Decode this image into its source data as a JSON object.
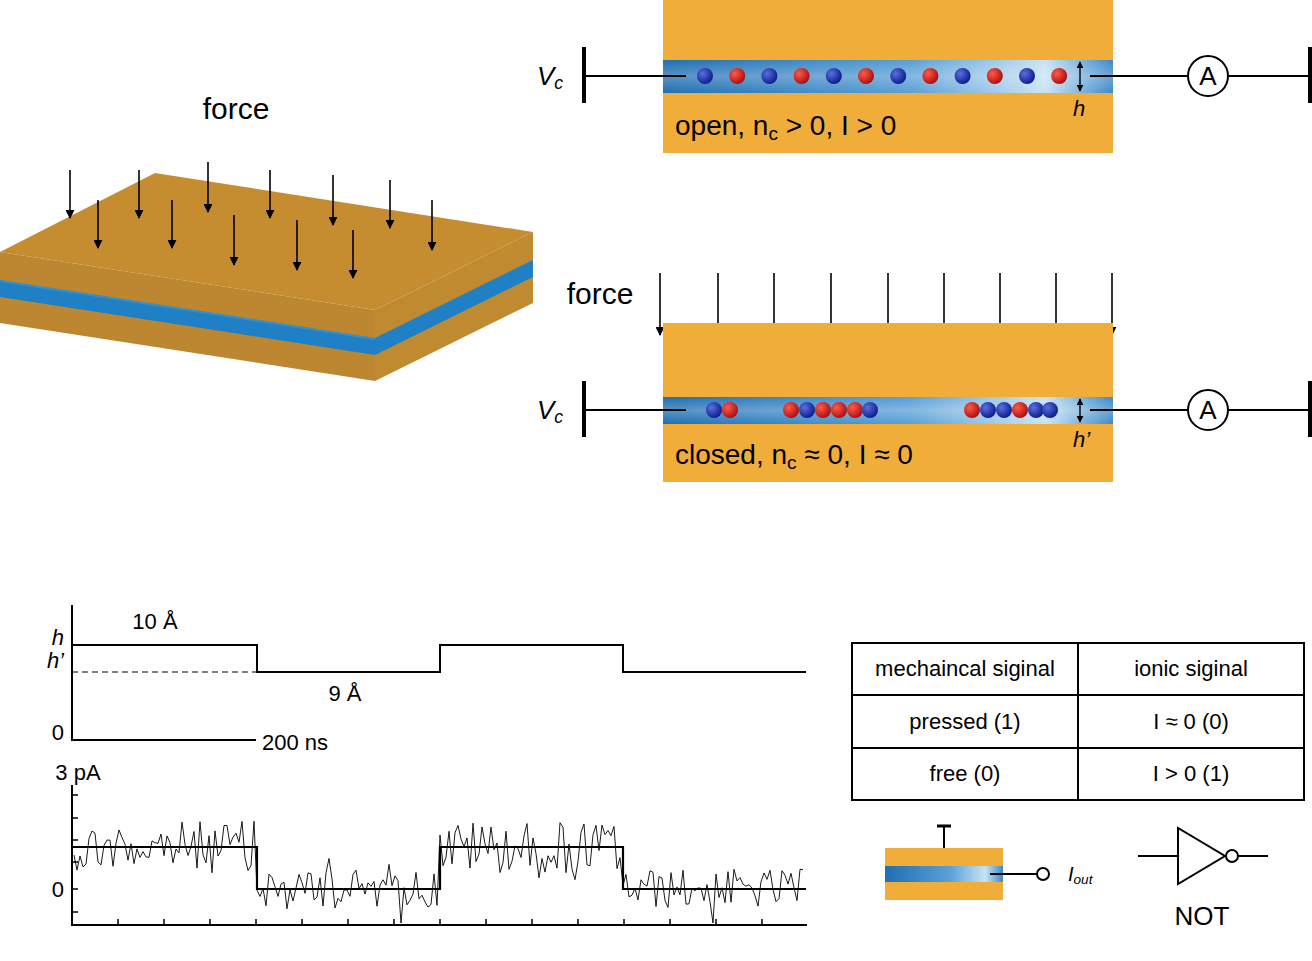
{
  "diagram": {
    "nodes": [
      {
        "text": [
          "open, nc > 0, I > 0"
        ]
      },
      {
        "text": [
          "A"
        ]
      },
      {
        "text": [
          "closed, nc ≈ 0, I ≈ 0"
        ]
      },
      {
        "text": [
          "A"
        ]
      },
      {
        "text": [
          "mechaincal siginal"
        ]
      },
      {
        "text": [
          "ionic siginal"
        ]
      },
      {
        "text": [
          "pressed (1)"
        ]
      },
      {
        "text": [
          "I ≈ 0 (0)"
        ]
      },
      {
        "text": [
          "free (0)"
        ]
      },
      {
        "text": [
          "I > 0 (1)"
        ]
      }
    ],
    "edges": [
      {
        "from": 0,
        "to": 1,
        "arrow": "none"
      },
      {
        "from": 2,
        "to": 3,
        "arrow": "none"
      }
    ],
    "labels": [
      "force",
      "Vc",
      "h",
      "force",
      "Vc",
      "h’",
      "10 Å",
      "9 Å",
      "h",
      "h’",
      "0",
      "200 ns",
      "3 pA",
      "0",
      "Iout",
      "NOT"
    ]
  }
}
